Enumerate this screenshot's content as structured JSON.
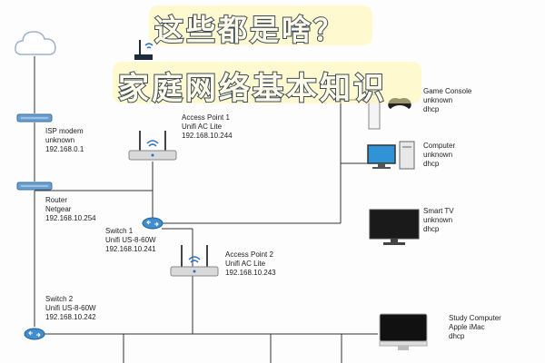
{
  "title": {
    "line1": "这些都是啥？",
    "line2": "家庭网络基本知识"
  },
  "devices": {
    "cloud": {},
    "isp_modem": {
      "name": "ISP modem",
      "model": "unknown",
      "ip": "192.168.0.1"
    },
    "router": {
      "name": "Router",
      "model": "Netgear",
      "ip": "192.168.10.254"
    },
    "switch1": {
      "name": "Switch 1",
      "model": "Unifi US-8-60W",
      "ip": "192.168.10.241"
    },
    "switch2": {
      "name": "Switch 2",
      "model": "Unifi US-8-60W",
      "ip": "192.168.10.242"
    },
    "ap1": {
      "name": "Access Point 1",
      "model": "Unifi AC Lite",
      "ip": "192.168.10.244"
    },
    "ap2": {
      "name": "Access Point 2",
      "model": "Unifi AC Lite",
      "ip": "192.168.10.243"
    },
    "game_console": {
      "name": "Game Console",
      "model": "unknown",
      "ip": "dhcp"
    },
    "computer": {
      "name": "Computer",
      "model": "unknown",
      "ip": "dhcp"
    },
    "smart_tv": {
      "name": "Smart TV",
      "model": "unknown",
      "ip": "dhcp"
    },
    "study_computer": {
      "name": "Study Computer",
      "model": "Apple iMac",
      "ip": "dhcp"
    }
  },
  "colors": {
    "wire": "#333333",
    "switch": "#3f8fd0",
    "title_fill": "#fffbe8",
    "title_stroke": "#3a4a5a",
    "highlight": "#fff6a8"
  }
}
